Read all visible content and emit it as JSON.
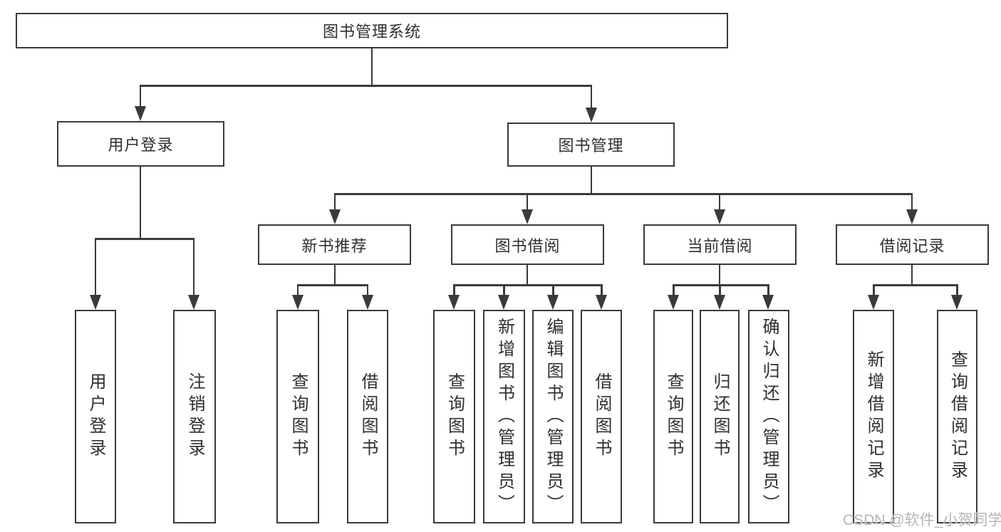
{
  "tree": {
    "root": "图书管理系统",
    "level2": {
      "user_login": "用户登录",
      "book_management": "图书管理"
    },
    "level3": {
      "new_book_recommend": "新书推荐",
      "book_borrow": "图书借阅",
      "current_borrow": "当前借阅",
      "borrow_records": "借阅记录"
    },
    "leaves": {
      "user_login": [
        "用户登录",
        "注销登录"
      ],
      "new_book_recommend": [
        "查询图书",
        "借阅图书"
      ],
      "book_borrow": [
        "查询图书",
        "新增图书（管理员）",
        "编辑图书（管理员）",
        "借阅图书"
      ],
      "current_borrow": [
        "查询图书",
        "归还图书",
        "确认归还（管理员）"
      ],
      "borrow_records": [
        "新增借阅记录",
        "查询借阅记录"
      ]
    }
  },
  "watermark": "CSDN @软件_小贺同学",
  "colors": {
    "line": "#3a3a3a",
    "text": "#2f2f2f",
    "watermark": "#b5b5b5",
    "background": "#ffffff"
  }
}
